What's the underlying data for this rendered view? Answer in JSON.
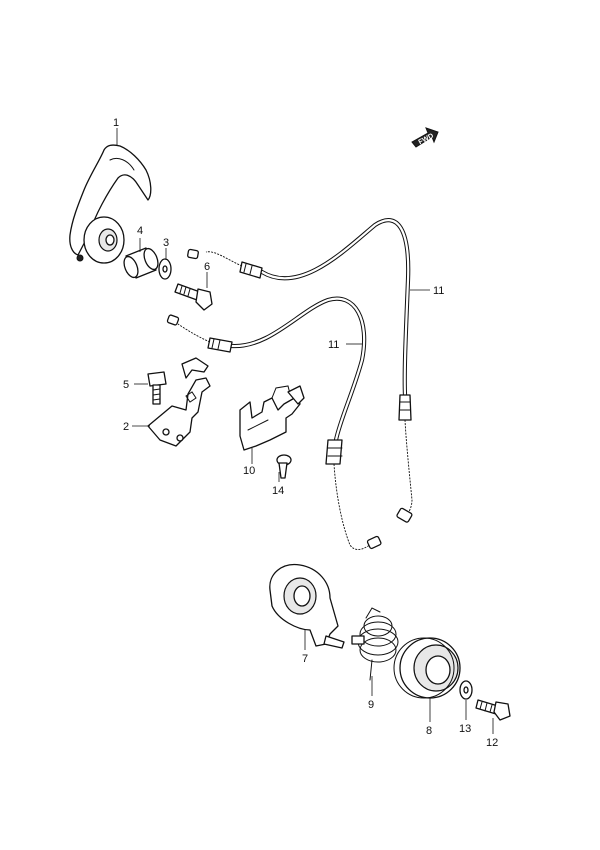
{
  "diagram": {
    "fwd_label": "FWD",
    "callouts": {
      "p1": "1",
      "p2": "2",
      "p3": "3",
      "p4": "4",
      "p5": "5",
      "p6": "6",
      "p7": "7",
      "p8": "8",
      "p9": "9",
      "p10": "10",
      "p11a": "11",
      "p11b": "11",
      "p12": "12",
      "p13": "13",
      "p14": "14"
    }
  }
}
